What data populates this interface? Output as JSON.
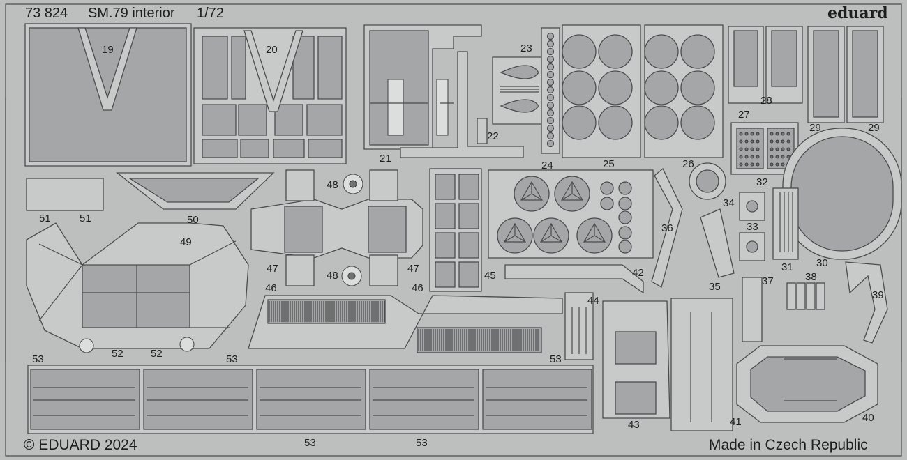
{
  "header": {
    "code": "73 824",
    "title": "SM.79 interior",
    "scale": "1/72"
  },
  "brand": "eduard",
  "footer": {
    "copyright": "© EDUARD 2024",
    "origin": "Made in Czech Republic"
  },
  "labels": {
    "p19": "19",
    "p20": "20",
    "p21": "21",
    "p22": "22",
    "p23": "23",
    "p24": "24",
    "p25": "25",
    "p26": "26",
    "p27": "27",
    "p28": "28",
    "p29a": "29",
    "p29b": "29",
    "p30": "30",
    "p31": "31",
    "p32": "32",
    "p33": "33",
    "p34": "34",
    "p35": "35",
    "p36": "36",
    "p37": "37",
    "p38": "38",
    "p39": "39",
    "p40": "40",
    "p41": "41",
    "p42": "42",
    "p43": "43",
    "p44": "44",
    "p45": "45",
    "p46a": "46",
    "p46b": "46",
    "p47a": "47",
    "p47b": "47",
    "p48a": "48",
    "p48b": "48",
    "p49": "49",
    "p50": "50",
    "p51a": "51",
    "p51b": "51",
    "p52a": "52",
    "p52b": "52",
    "p53a": "53",
    "p53b": "53",
    "p53c": "53",
    "p53d": "53",
    "p53e": "53"
  }
}
